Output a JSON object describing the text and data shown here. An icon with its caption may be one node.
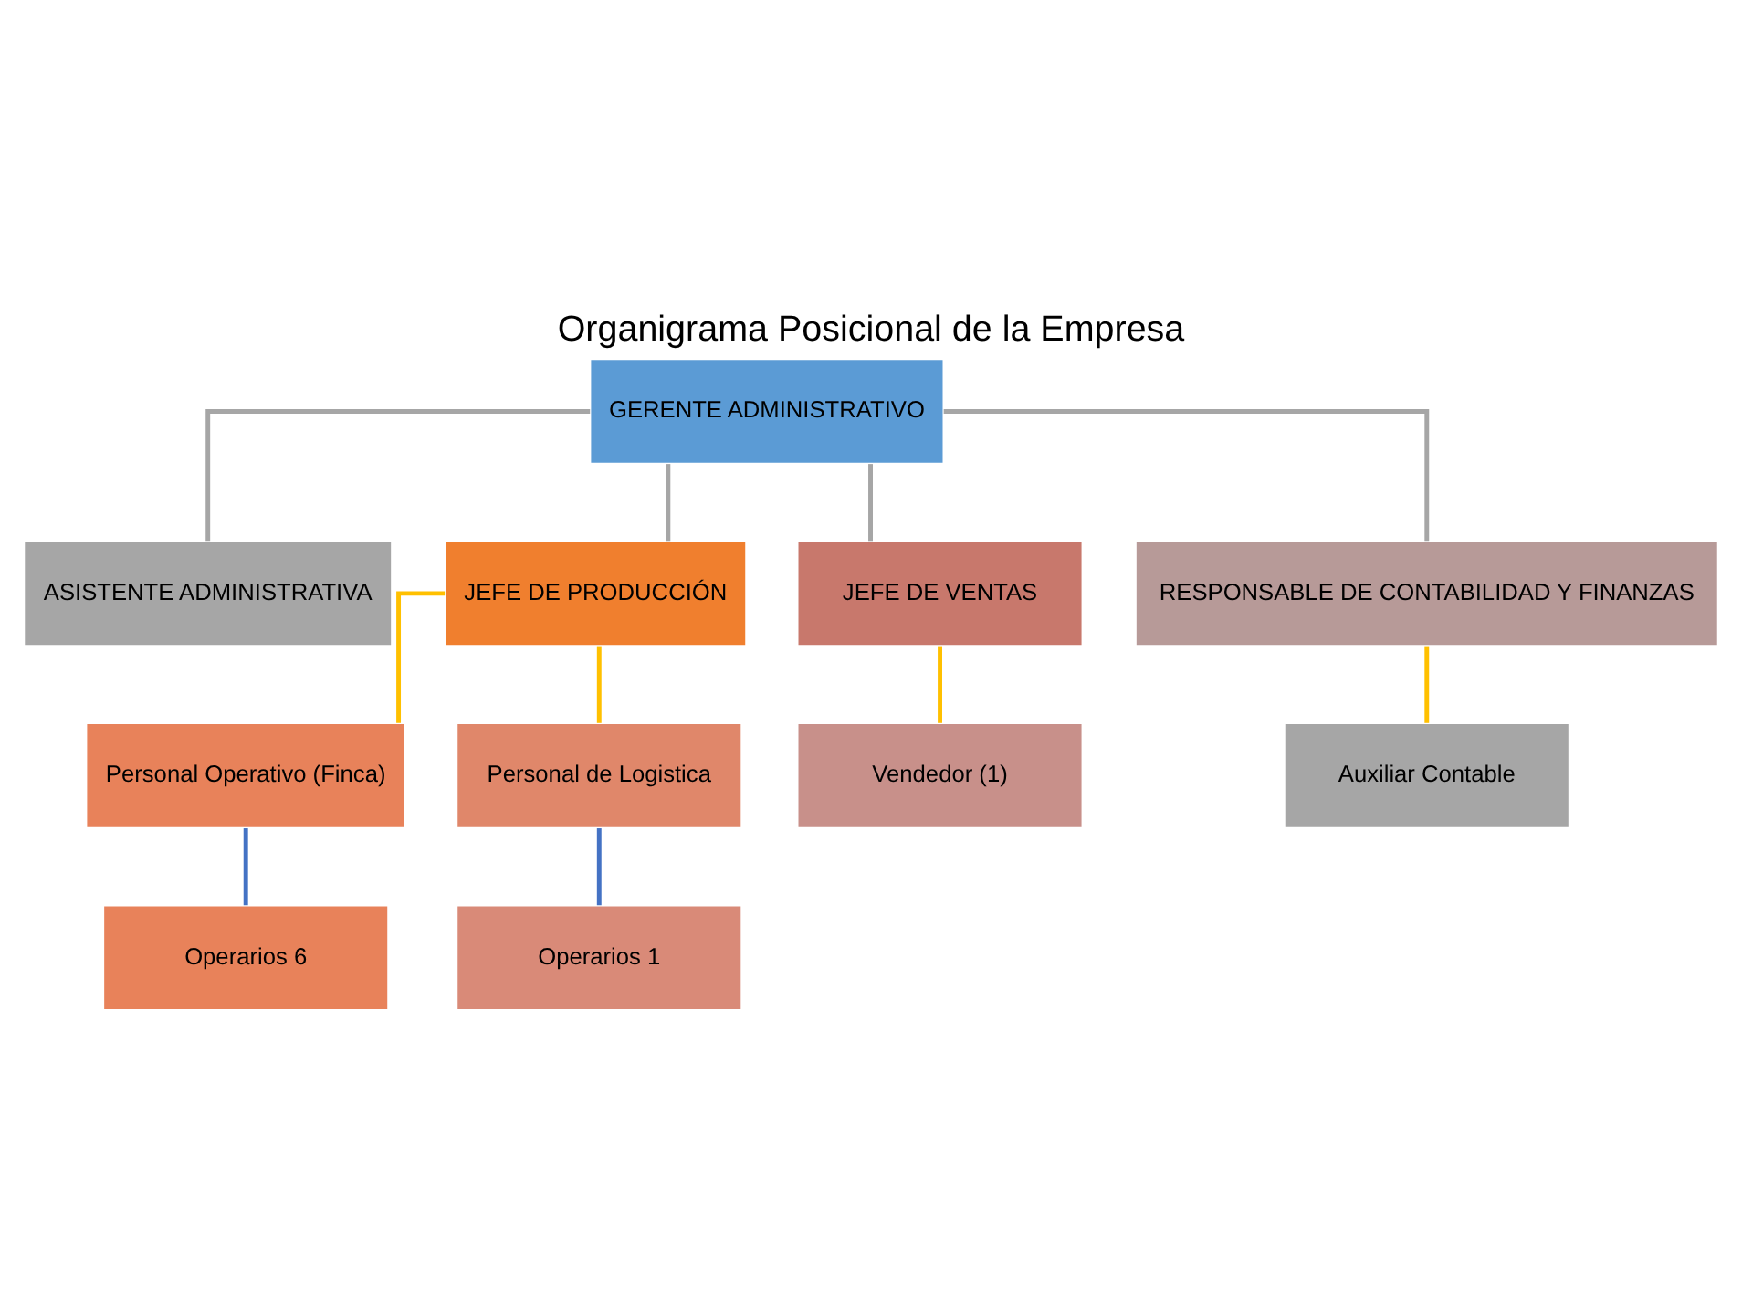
{
  "diagram": {
    "title": "Organigrama Posicional de la Empresa",
    "nodes": [
      {
        "text": [
          "GERENTE ADMINISTRATIVO"
        ]
      },
      {
        "text": [
          "ASISTENTE ADMINISTRATIVA"
        ]
      },
      {
        "text": [
          "JEFE DE PRODUCCIÓN"
        ]
      },
      {
        "text": [
          "JEFE DE VENTAS"
        ]
      },
      {
        "text": [
          "RESPONSABLE DE CONTABILIDAD Y FINANZAS"
        ]
      },
      {
        "text": [
          "Personal Operativo (Finca)"
        ]
      },
      {
        "text": [
          "Personal de Logistica"
        ]
      },
      {
        "text": [
          "Vendedor (1)"
        ]
      },
      {
        "text": [
          "Auxiliar Contable"
        ]
      },
      {
        "text": [
          "Operarios 6"
        ]
      },
      {
        "text": [
          "Operarios 1"
        ]
      }
    ],
    "edges": [
      {
        "from": 0,
        "to": 1,
        "arrow": "none"
      },
      {
        "from": 0,
        "to": 2,
        "arrow": "none"
      },
      {
        "from": 0,
        "to": 3,
        "arrow": "none"
      },
      {
        "from": 0,
        "to": 4,
        "arrow": "none"
      },
      {
        "from": 2,
        "to": 5,
        "arrow": "none",
        "color": "#ffc000"
      },
      {
        "from": 2,
        "to": 6,
        "arrow": "none",
        "color": "#ffc000"
      },
      {
        "from": 3,
        "to": 7,
        "arrow": "none",
        "color": "#ffc000"
      },
      {
        "from": 4,
        "to": 8,
        "arrow": "none",
        "color": "#ffc000"
      },
      {
        "from": 5,
        "to": 9,
        "arrow": "none",
        "color": "#4472c4"
      },
      {
        "from": 6,
        "to": 10,
        "arrow": "none",
        "color": "#4472c4"
      }
    ]
  }
}
